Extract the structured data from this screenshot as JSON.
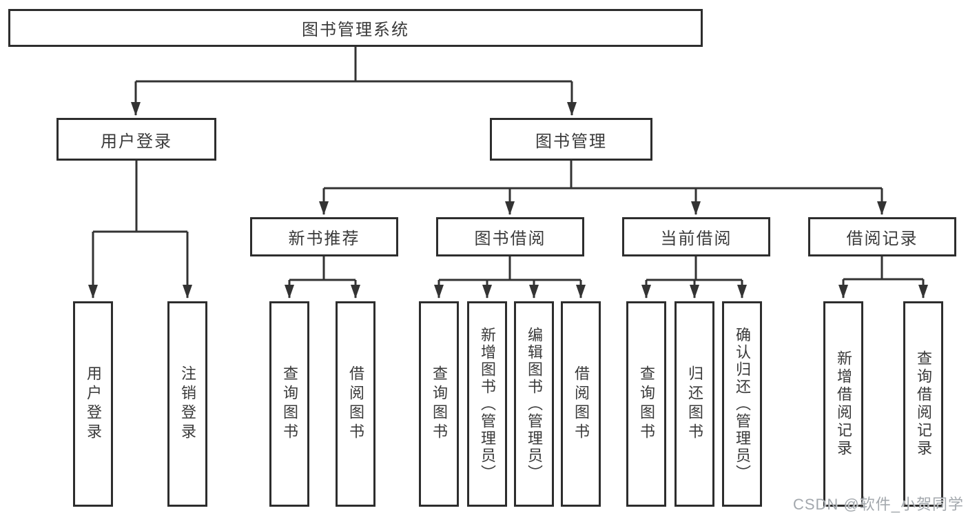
{
  "tree": {
    "root": {
      "label": "图书管理系统"
    },
    "children": [
      {
        "label": "用户登录",
        "children": [
          {
            "label": "用户登录"
          },
          {
            "label": "注销登录"
          }
        ]
      },
      {
        "label": "图书管理",
        "children": [
          {
            "label": "新书推荐",
            "children": [
              {
                "label": "查询图书"
              },
              {
                "label": "借阅图书"
              }
            ]
          },
          {
            "label": "图书借阅",
            "children": [
              {
                "label": "查询图书"
              },
              {
                "label": "新增图书（管理员）"
              },
              {
                "label": "编辑图书（管理员）"
              },
              {
                "label": "借阅图书"
              }
            ]
          },
          {
            "label": "当前借阅",
            "children": [
              {
                "label": "查询图书"
              },
              {
                "label": "归还图书"
              },
              {
                "label": "确认归还（管理员）"
              }
            ]
          },
          {
            "label": "借阅记录",
            "children": [
              {
                "label": "新增借阅记录"
              },
              {
                "label": "查询借阅记录"
              }
            ]
          }
        ]
      }
    ]
  },
  "watermark": {
    "text": "CSDN @软件_小贺同学"
  },
  "colors": {
    "line": "#333333",
    "box_border": "#2d2d2d",
    "text": "#3a3a3a",
    "background": "#ffffff",
    "watermark": "#a3a8ad"
  }
}
